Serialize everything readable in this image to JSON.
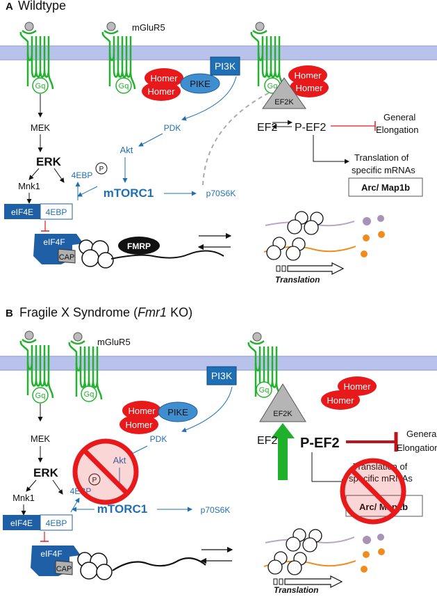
{
  "colors": {
    "membrane": "#b9c2ea",
    "receptor": "#22b22e",
    "pathway": "#1f6fb5",
    "homer": "#e8191b",
    "pike": "#3f8fd0",
    "eif4e": "#1f5fa5",
    "ef2k": "#b5b5b5",
    "inhibit": "#e8191b",
    "mrna_purple": "#b8a6c9",
    "mrna_orange": "#f08c1e",
    "dot_purple": "#a893b8",
    "dot_orange": "#f08c1e",
    "up_arrow": "#1fb12b",
    "no_sign": "#e8191b",
    "dark": "#111111"
  },
  "panelA": {
    "letter": "A",
    "title": "Wildtype",
    "labels": {
      "gq": "Gq",
      "mglur5": "mGluR5",
      "pi3k": "PI3K",
      "pike": "PIKE",
      "homer": "Homer",
      "ef2k": "EF2K",
      "mek": "MEK",
      "erk": "ERK",
      "mnk1": "Mnk1",
      "pdk": "PDK",
      "akt": "Akt",
      "fourebp": "4EBP",
      "p": "P",
      "mtorc1": "mTORC1",
      "p70s6k": "p70S6K",
      "eif4e": "eIF4E",
      "eif4f": "eIF4F",
      "cap": "CAP",
      "fmrp": "FMRP",
      "ef2": "EF2",
      "pef2": "P-EF2",
      "general": "General",
      "elongation": "Elongation",
      "translation_of": "Translation of",
      "specific": "specific mRNAs",
      "arc": "Arc/ Map1b",
      "translation": "Translation"
    }
  },
  "panelB": {
    "letter": "B",
    "title_prefix": "Fragile X Syndrome (",
    "title_italic": "Fmr1",
    "title_suffix": " KO)",
    "labels": {
      "gq": "Gq",
      "mglur5": "mGluR5",
      "pi3k": "PI3K",
      "pike": "PIKE",
      "homer": "Homer",
      "ef2k": "EF2K",
      "mek": "MEK",
      "erk": "ERK",
      "mnk1": "Mnk1",
      "pdk": "PDK",
      "akt": "Akt",
      "fourebp": "4EBP",
      "p": "P",
      "mtorc1": "mTORC1",
      "p70s6k": "p70S6K",
      "eif4e": "eIF4E",
      "eif4f": "eIF4F",
      "cap": "CAP",
      "ef2": "EF2",
      "pef2": "P-EF2",
      "general": "General",
      "elongation": "Elongation",
      "translation_of": "Translation of",
      "specific": "specific mRNAs",
      "arc": "Arc/ Map1b",
      "translation": "Translation"
    }
  }
}
